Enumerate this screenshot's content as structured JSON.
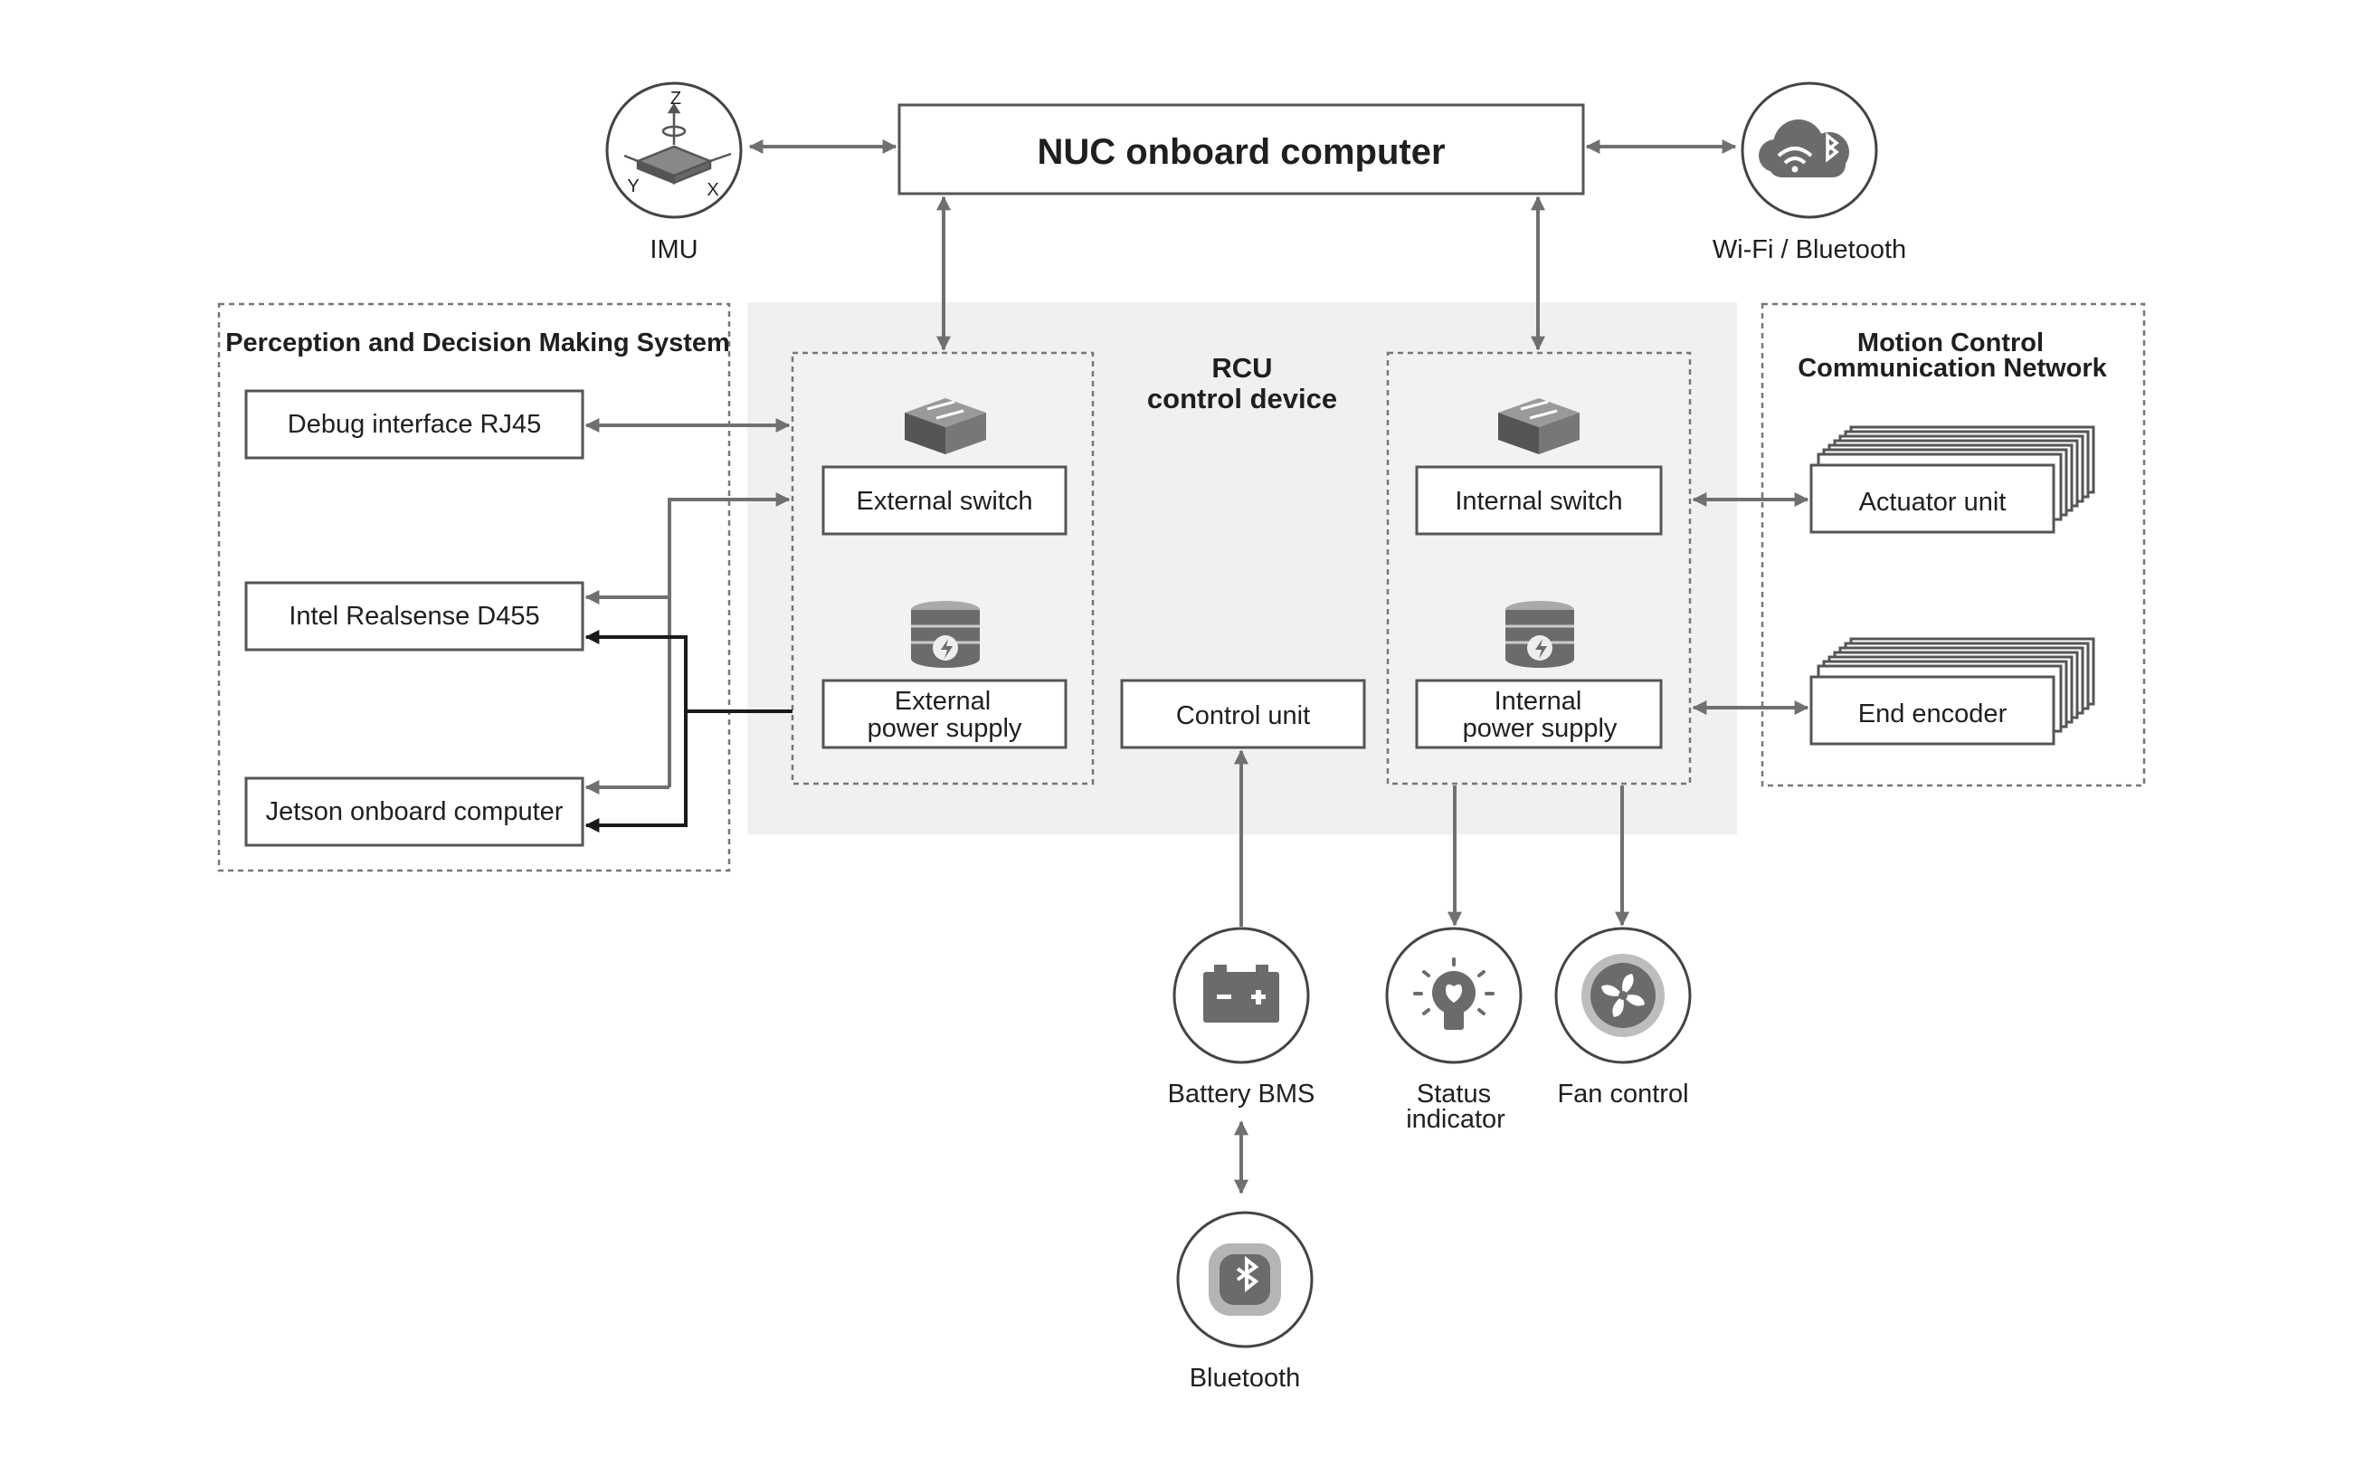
{
  "nuc": {
    "title": "NUC onboard computer"
  },
  "imu": {
    "label": "IMU",
    "axis_z": "Z",
    "axis_y": "Y",
    "axis_x": "X"
  },
  "wifi": {
    "label": "Wi-Fi / Bluetooth"
  },
  "perception": {
    "title": "Perception and Decision Making System",
    "debug": "Debug interface RJ45",
    "realsense": "Intel Realsense D455",
    "jetson": "Jetson onboard computer"
  },
  "rcu": {
    "title_line1": "RCU",
    "title_line2": "control device",
    "external_switch": "External switch",
    "external_power_line1": "External",
    "external_power_line2": "power supply",
    "control_unit": "Control unit",
    "internal_switch": "Internal switch",
    "internal_power_line1": "Internal",
    "internal_power_line2": "power supply"
  },
  "motion": {
    "title_line1": "Motion Control",
    "title_line2": "Communication Network",
    "actuator": "Actuator unit",
    "encoder": "End encoder"
  },
  "battery": {
    "label": "Battery BMS",
    "minus": "-",
    "plus": "+"
  },
  "status": {
    "label_line1": "Status",
    "label_line2": "indicator"
  },
  "fan": {
    "label": "Fan control"
  },
  "bluetooth": {
    "label": "Bluetooth"
  },
  "colors": {
    "line": "#707070",
    "dark_line": "#1a1a1a",
    "panel": "#f2f2f2",
    "icon": "#6b6b6b"
  }
}
